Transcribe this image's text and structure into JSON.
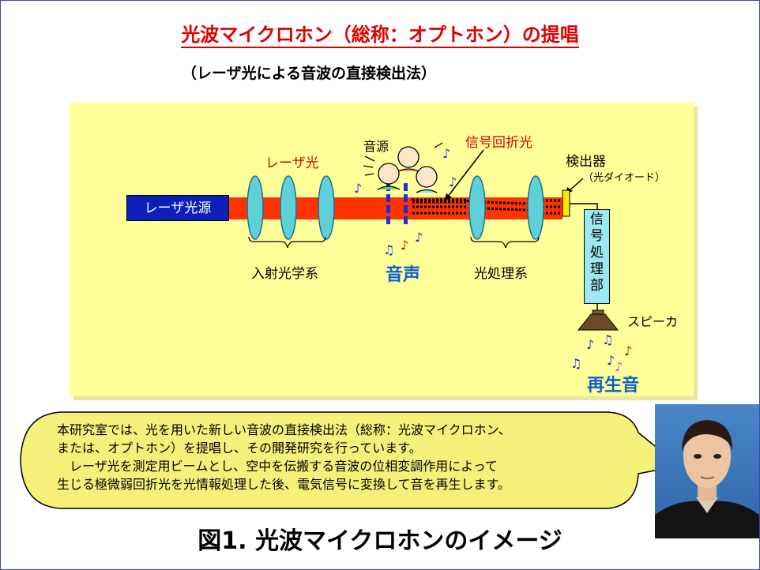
{
  "title": "光波マイクロホン（総称：オプトホン）の提唱",
  "subtitle": "（レーザ光による音波の直接検出法）",
  "diagram": {
    "laser_source": "レーザ光源",
    "laser_light": "レーザ光",
    "sound_source": "音源",
    "diffracted_light": "信号回折光",
    "detector": "検出器",
    "photodiode": "（光ダイオード）",
    "signal_processor_chars": [
      "信",
      "号",
      "処",
      "理",
      "部"
    ],
    "speaker": "スピーカ",
    "incident_optics": "入射光学系",
    "sound": "音声",
    "optical_processing": "光処理系",
    "reproduced_sound": "再生音"
  },
  "description": {
    "lines": [
      "本研究室では、光を用いた新しい音波の直接検出法（総称：光波マイクロホン、",
      "または、オプトホン）を提唱し、その開発研究を行っています。",
      "　レーザ光を測定用ビームとし、空中を伝搬する音波の位相変調作用によって",
      "生じる極微弱回折光を光情報処理した後、電気信号に変換して音を再生します。"
    ]
  },
  "caption": "図1. 光波マイクロホンのイメージ",
  "colors": {
    "title": "#e00000",
    "panel": "#ffff99",
    "beam": "#ff3300",
    "lens": "#5fd0d8",
    "laser_source_box": "#0c1fb8",
    "processor_box": "#9be8f2",
    "detector": "#ffe600",
    "speaker": "#6b4a2a",
    "bubble": "#f5f07a",
    "accent_blue": "#0a5fd0"
  }
}
